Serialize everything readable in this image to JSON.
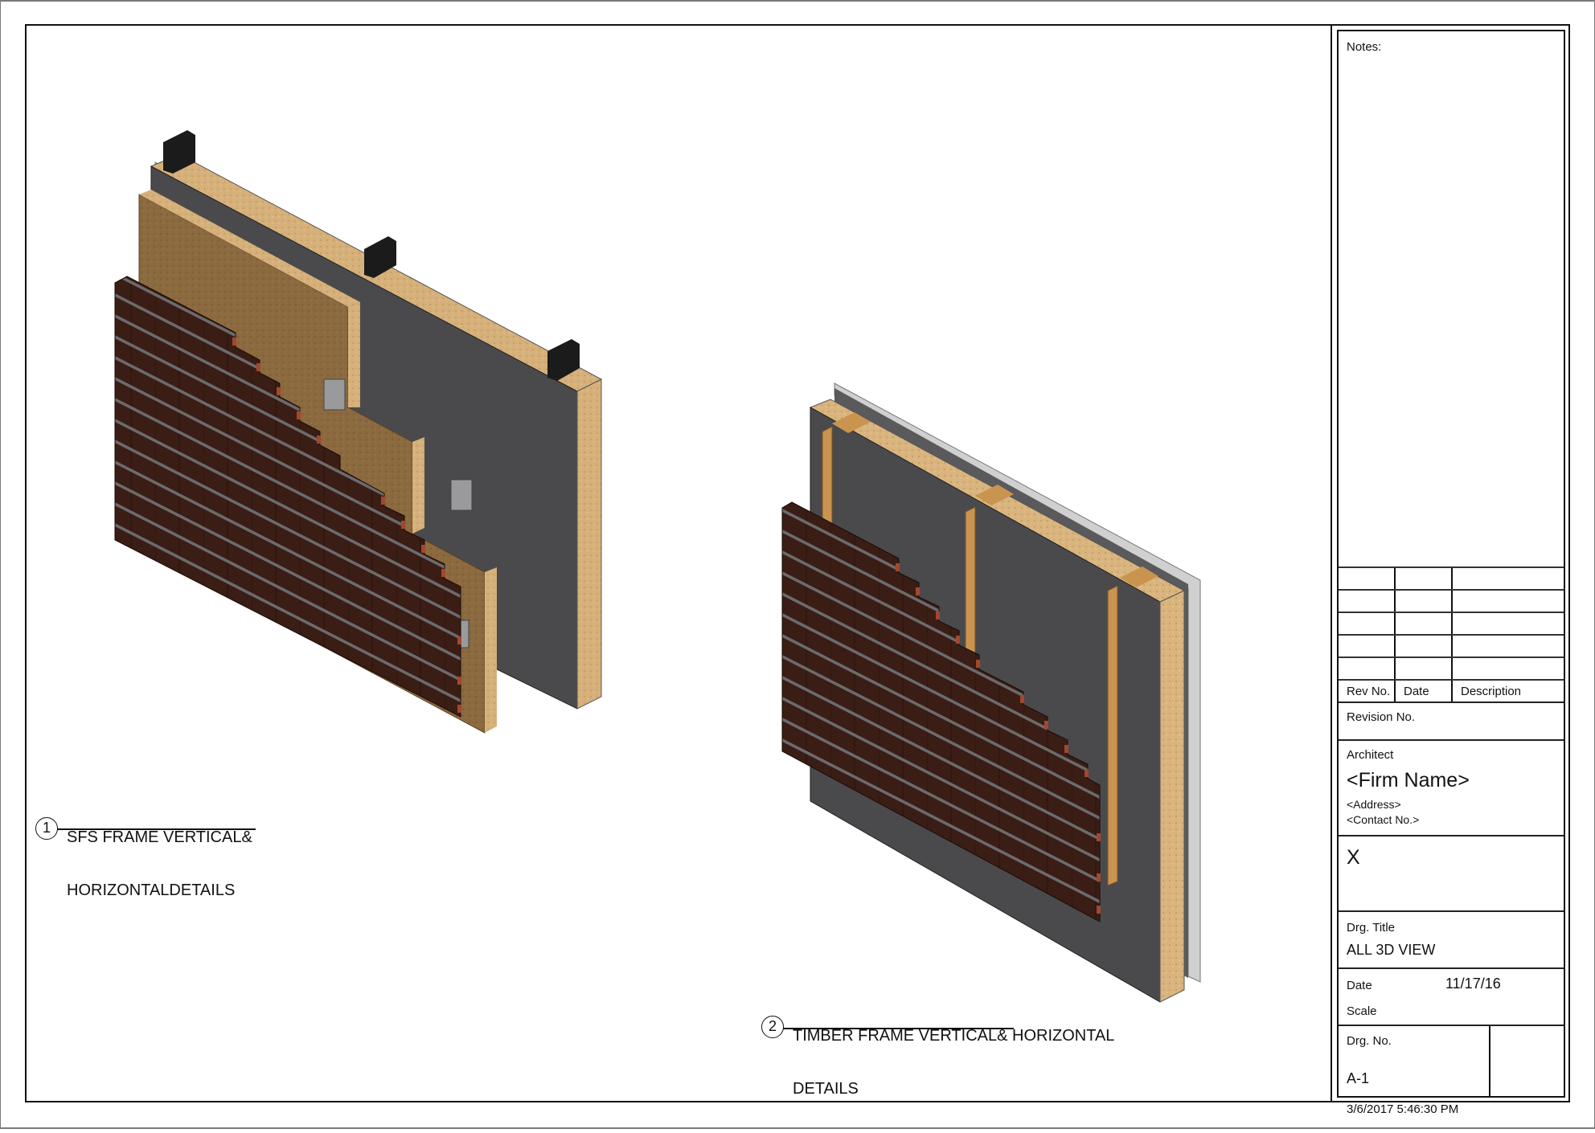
{
  "sheet": {
    "notes_label": "Notes:",
    "revision_table": {
      "headers": [
        "Rev No.",
        "Date",
        "Description"
      ],
      "rows": [
        [
          "",
          "",
          ""
        ],
        [
          "",
          "",
          ""
        ],
        [
          "",
          "",
          ""
        ],
        [
          "",
          "",
          ""
        ],
        [
          "",
          "",
          ""
        ]
      ]
    },
    "revision_no_label": "Revision No.",
    "architect": {
      "label": "Architect",
      "firm_name": "<Firm Name>",
      "address": "<Address>",
      "contact": "<Contact No.>"
    },
    "project_name": "X",
    "drawing_title": {
      "label": "Drg. Title",
      "value": "ALL 3D VIEW"
    },
    "date": {
      "label": "Date",
      "value": "11/17/16"
    },
    "scale": {
      "label": "Scale",
      "value": ""
    },
    "drawing_number": {
      "label": "Drg. No.",
      "value": "A-1"
    },
    "print_timestamp": "3/6/2017 5:46:30 PM"
  },
  "views": [
    {
      "number": "1",
      "title_line1": "SFS FRAME VERTICAL&",
      "title_line2": "HORIZONTALDETAILS",
      "type": "3d-isometric-wall-section",
      "layers": [
        "brick slip cladding",
        "steel rails",
        "mineral wool insulation",
        "membrane",
        "SFS steel studs",
        "sheathing board"
      ]
    },
    {
      "number": "2",
      "title_line1": "TIMBER FRAME VERTICAL& HORIZONTAL",
      "title_line2": "DETAILS",
      "type": "3d-isometric-wall-section",
      "layers": [
        "brick slip cladding",
        "steel rails",
        "breather membrane",
        "timber battens",
        "timber studs",
        "insulation",
        "board"
      ]
    }
  ],
  "colors": {
    "brick": "#3a1d14",
    "brick_edge": "#a3472e",
    "rail": "#8e8e90",
    "insulation": "#d7b27a",
    "insulation_face": "#8c6a3f",
    "membrane": "#4a4a4c",
    "steel_stud": "#1b1b1b",
    "timber": "#c9944f",
    "line": "#111111"
  }
}
